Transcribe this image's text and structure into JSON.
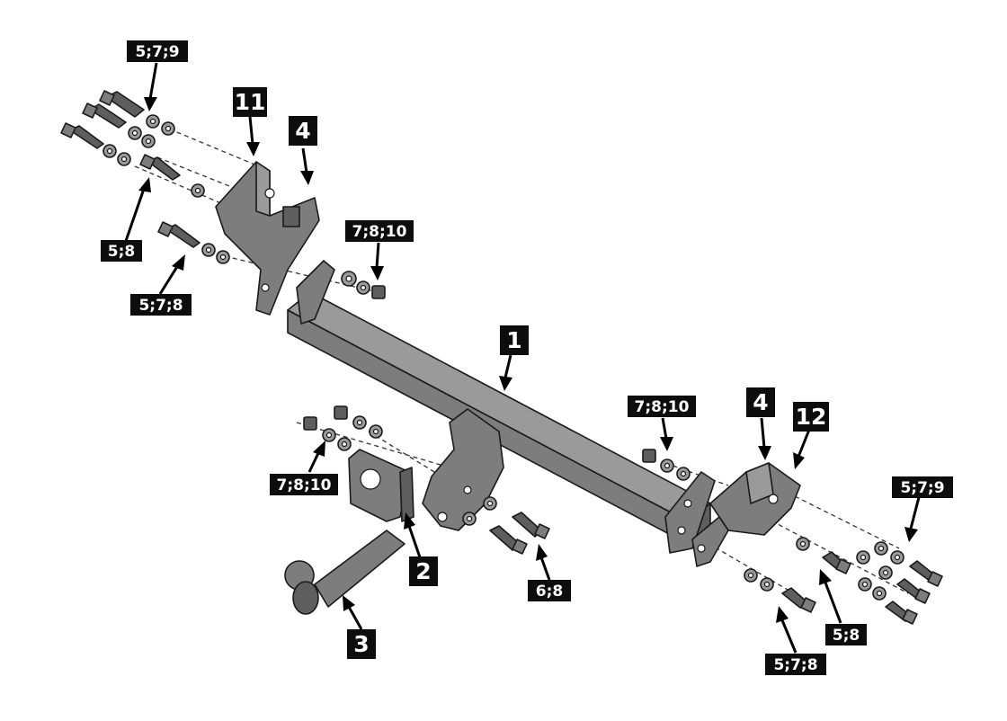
{
  "diagram": {
    "callouts": [
      {
        "id": "c-579-tl",
        "text": "5;7;9"
      },
      {
        "id": "c-11",
        "text": "11"
      },
      {
        "id": "c-4-left",
        "text": "4"
      },
      {
        "id": "c-58-left",
        "text": "5;8"
      },
      {
        "id": "c-578-left",
        "text": "5;7;8"
      },
      {
        "id": "c-7810-top",
        "text": "7;8;10"
      },
      {
        "id": "c-1",
        "text": "1"
      },
      {
        "id": "c-7810-mid",
        "text": "7;8;10"
      },
      {
        "id": "c-7810-left",
        "text": "7;8;10"
      },
      {
        "id": "c-4-right",
        "text": "4"
      },
      {
        "id": "c-12",
        "text": "12"
      },
      {
        "id": "c-579-right",
        "text": "5;7;9"
      },
      {
        "id": "c-2",
        "text": "2"
      },
      {
        "id": "c-68",
        "text": "6;8"
      },
      {
        "id": "c-3",
        "text": "3"
      },
      {
        "id": "c-58-right",
        "text": "5;8"
      },
      {
        "id": "c-578-right",
        "text": "5;7;8"
      }
    ]
  }
}
